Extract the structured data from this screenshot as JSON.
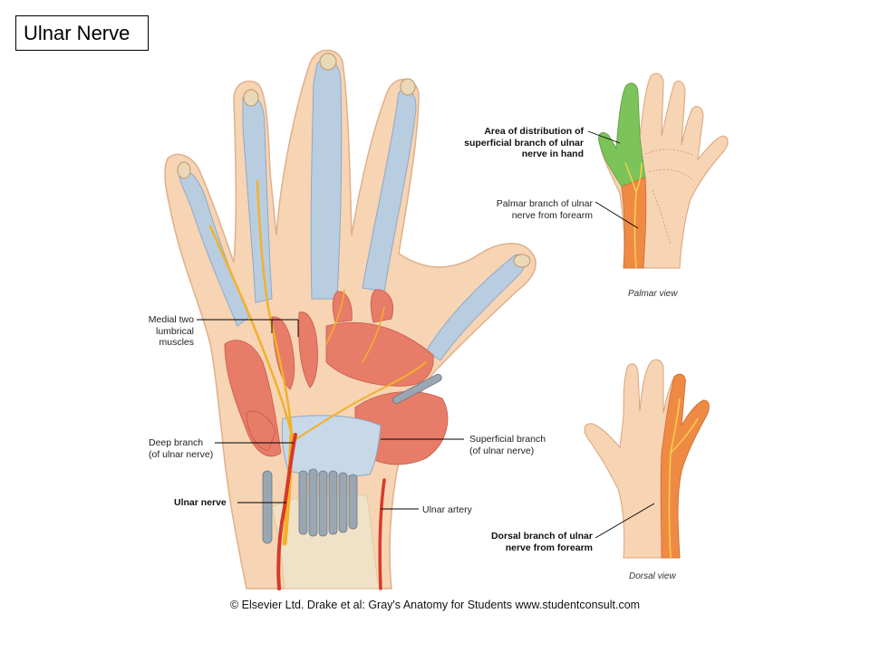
{
  "title": "Ulnar Nerve",
  "labels": {
    "medial_lumbricals": [
      "Medial two",
      "lumbrical",
      "muscles"
    ],
    "deep_branch": [
      "Deep branch",
      "(of ulnar nerve)"
    ],
    "ulnar_nerve": "Ulnar nerve",
    "superficial_branch": [
      "Superficial branch",
      "(of ulnar nerve)"
    ],
    "ulnar_artery": "Ulnar artery",
    "area_distribution": [
      "Area of distribution of",
      "superficial branch of ulnar",
      "nerve in hand"
    ],
    "palmar_branch": [
      "Palmar branch of ulnar",
      "nerve from forearm"
    ],
    "dorsal_branch": [
      "Dorsal branch of ulnar",
      "nerve from forearm"
    ]
  },
  "views": {
    "palmar": "Palmar view",
    "dorsal": "Dorsal view"
  },
  "credit": "© Elsevier Ltd. Drake et al: Gray's Anatomy for Students www.studentconsult.com",
  "colors": {
    "skin": "#f6d4b4",
    "skin_outline": "#d9a47c",
    "muscle": "#e77c68",
    "tendon": "#b9cde0",
    "nerve": "#f2b12a",
    "artery": "#d83a2a",
    "green_zone": "#7cc45a",
    "orange_zone": "#ef8a45"
  }
}
